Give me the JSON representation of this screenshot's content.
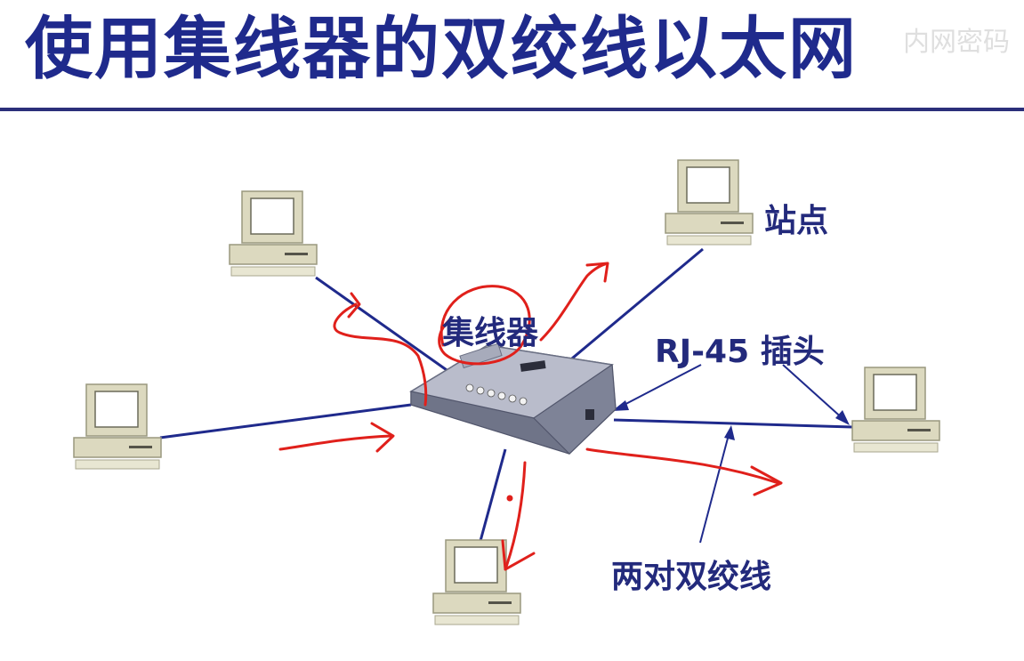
{
  "title": "使用集线器的双绞线以太网",
  "watermark": "内网密码",
  "labels": {
    "hub": "集线器",
    "station": "站点",
    "rj45": "RJ-45 插头",
    "twisted_pair": "两对双绞线"
  },
  "colors": {
    "title": "#1f2a8c",
    "link": "#1f2a8c",
    "annotation": "#e0201b",
    "computer_beige": "#dcd9bf"
  },
  "icons": {
    "station": "desktop-computer-icon",
    "hub": "network-hub-icon"
  }
}
